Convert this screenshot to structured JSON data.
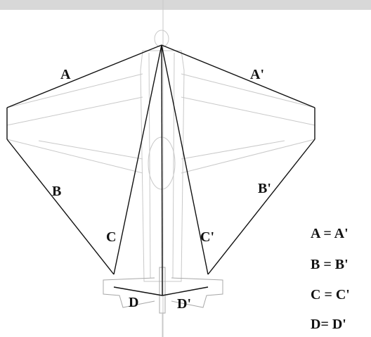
{
  "labels": {
    "a": "A",
    "a_prime": "A'",
    "b": "B",
    "b_prime": "B'",
    "c": "C",
    "c_prime": "C'",
    "d": "D",
    "d_prime": "D'"
  },
  "equations": [
    "A = A'",
    "B = B'",
    "C = C'",
    "D= D'"
  ],
  "colors": {
    "bracing_lines": "#111111",
    "airframe_outline": "#c9c9c9",
    "top_band": "#d4d4d4",
    "background": "#ffffff"
  }
}
